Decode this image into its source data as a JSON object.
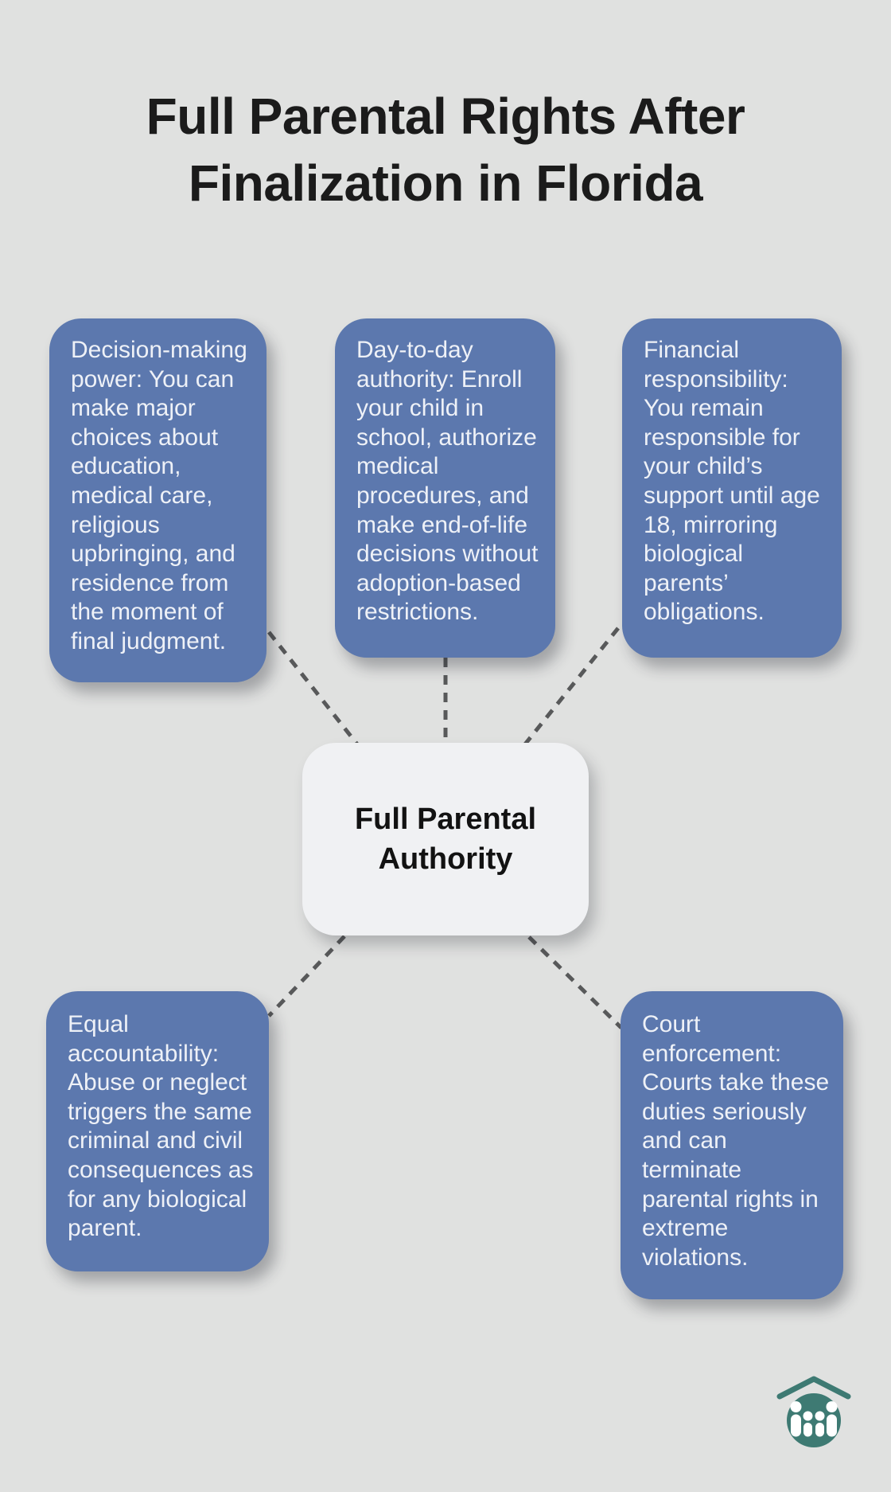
{
  "title": {
    "line1": "Full Parental Rights After",
    "line2": "Finalization in Florida"
  },
  "hub": {
    "line1": "Full Parental",
    "line2": "Authority"
  },
  "spokes": [
    {
      "id": "decision-making-power",
      "text": "Decision-making\npower: You can\nmake major\nchoices about\neducation,\nmedical care,\nreligious\nupbringing, and\nresidence from\nthe moment of\nfinal judgment."
    },
    {
      "id": "day-to-day-authority",
      "text": "Day-to-day\nauthority: Enroll\nyour child in\nschool, authorize\nmedical\nprocedures, and\nmake end-of-life\ndecisions without\nadoption-based\nrestrictions."
    },
    {
      "id": "financial-responsibility",
      "text": "Financial\nresponsibility:\nYou remain\nresponsible for\nyour child’s\nsupport until age\n18, mirroring\nbiological\nparents’\nobligations."
    },
    {
      "id": "equal-accountability",
      "text": "Equal\naccountability:\nAbuse or neglect\ntriggers the same\ncriminal and civil\nconsequences as\nfor any biological\nparent."
    },
    {
      "id": "court-enforcement",
      "text": "Court\nenforcement:\nCourts take these\nduties seriously\nand can\nterminate\nparental rights in\nextreme\nviolations."
    }
  ],
  "edges": [
    {
      "from": "hub",
      "to": "decision-making-power"
    },
    {
      "from": "hub",
      "to": "day-to-day-authority"
    },
    {
      "from": "hub",
      "to": "financial-responsibility"
    },
    {
      "from": "hub",
      "to": "equal-accountability"
    },
    {
      "from": "hub",
      "to": "court-enforcement"
    }
  ],
  "logo": {
    "name": "family-under-roof"
  },
  "colors": {
    "bg": "#e0e1e0",
    "card": "#5c78ae",
    "card-text": "#eef1f7",
    "hub-bg": "#f0f1f3",
    "hub-text": "#121212",
    "title": "#1b1b1b",
    "connector": "#58595a",
    "logo": "#3e7a73",
    "logo-figures": "#ffffff"
  }
}
